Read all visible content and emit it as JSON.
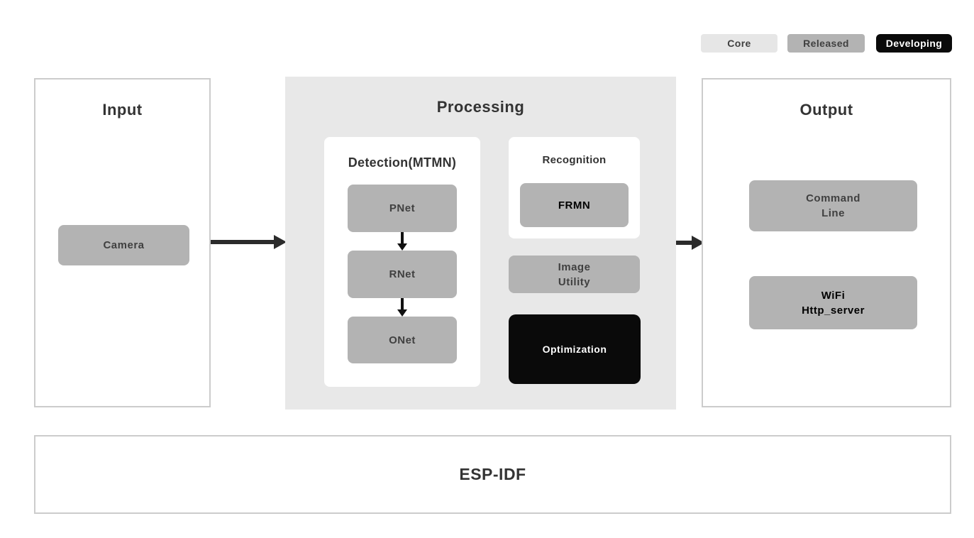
{
  "legend": {
    "core": {
      "label": "Core",
      "bg": "#e6e6e6",
      "fg": "#404040"
    },
    "released": {
      "label": "Released",
      "bg": "#b3b3b3",
      "fg": "#404040"
    },
    "developing": {
      "label": "Developing",
      "bg": "#0a0a0a",
      "fg": "#ffffff"
    }
  },
  "input": {
    "title": "Input",
    "camera": {
      "label": "Camera"
    }
  },
  "processing": {
    "title": "Processing",
    "detection": {
      "title": "Detection(MTMN)",
      "pnet": {
        "label": "PNet"
      },
      "rnet": {
        "label": "RNet"
      },
      "onet": {
        "label": "ONet"
      }
    },
    "recognition": {
      "title": "Recognition",
      "frmn": {
        "label": "FRMN"
      }
    },
    "image_utility": {
      "line1": "Image",
      "line2": "Utility"
    },
    "optimization": {
      "label": "Optimization"
    }
  },
  "output": {
    "title": "Output",
    "command_line": {
      "line1": "Command",
      "line2": "Line"
    },
    "wifi": {
      "line1": "WiFi",
      "line2": "Http_server"
    }
  },
  "base": {
    "title": "ESP-IDF"
  },
  "colors": {
    "node_gray": "#b3b3b3",
    "processing_bg": "#e8e8e8",
    "panel_border": "#cccccc",
    "developing_black": "#0a0a0a",
    "arrow": "#2b2b2b",
    "title_text": "#333333",
    "node_text": "#404040"
  }
}
